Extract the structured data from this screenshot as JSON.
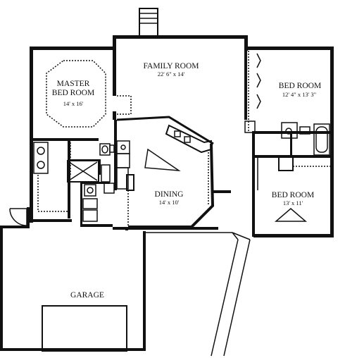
{
  "rooms": {
    "family": {
      "name": "FAMILY ROOM",
      "size": "22' 6\" x 14'"
    },
    "master": {
      "name_line1": "MASTER",
      "name_line2": "BED ROOM",
      "size": "14' x 16'"
    },
    "bed1": {
      "name": "BED ROOM",
      "size": "12' 4\" x 13' 3\""
    },
    "dining": {
      "name": "DINING",
      "size": "14' x 10'"
    },
    "bed2": {
      "name": "BED ROOM",
      "size": "13' x 11'"
    },
    "garage": {
      "name": "GARAGE"
    }
  },
  "colors": {
    "line": "#111111",
    "background": "#ffffff"
  }
}
